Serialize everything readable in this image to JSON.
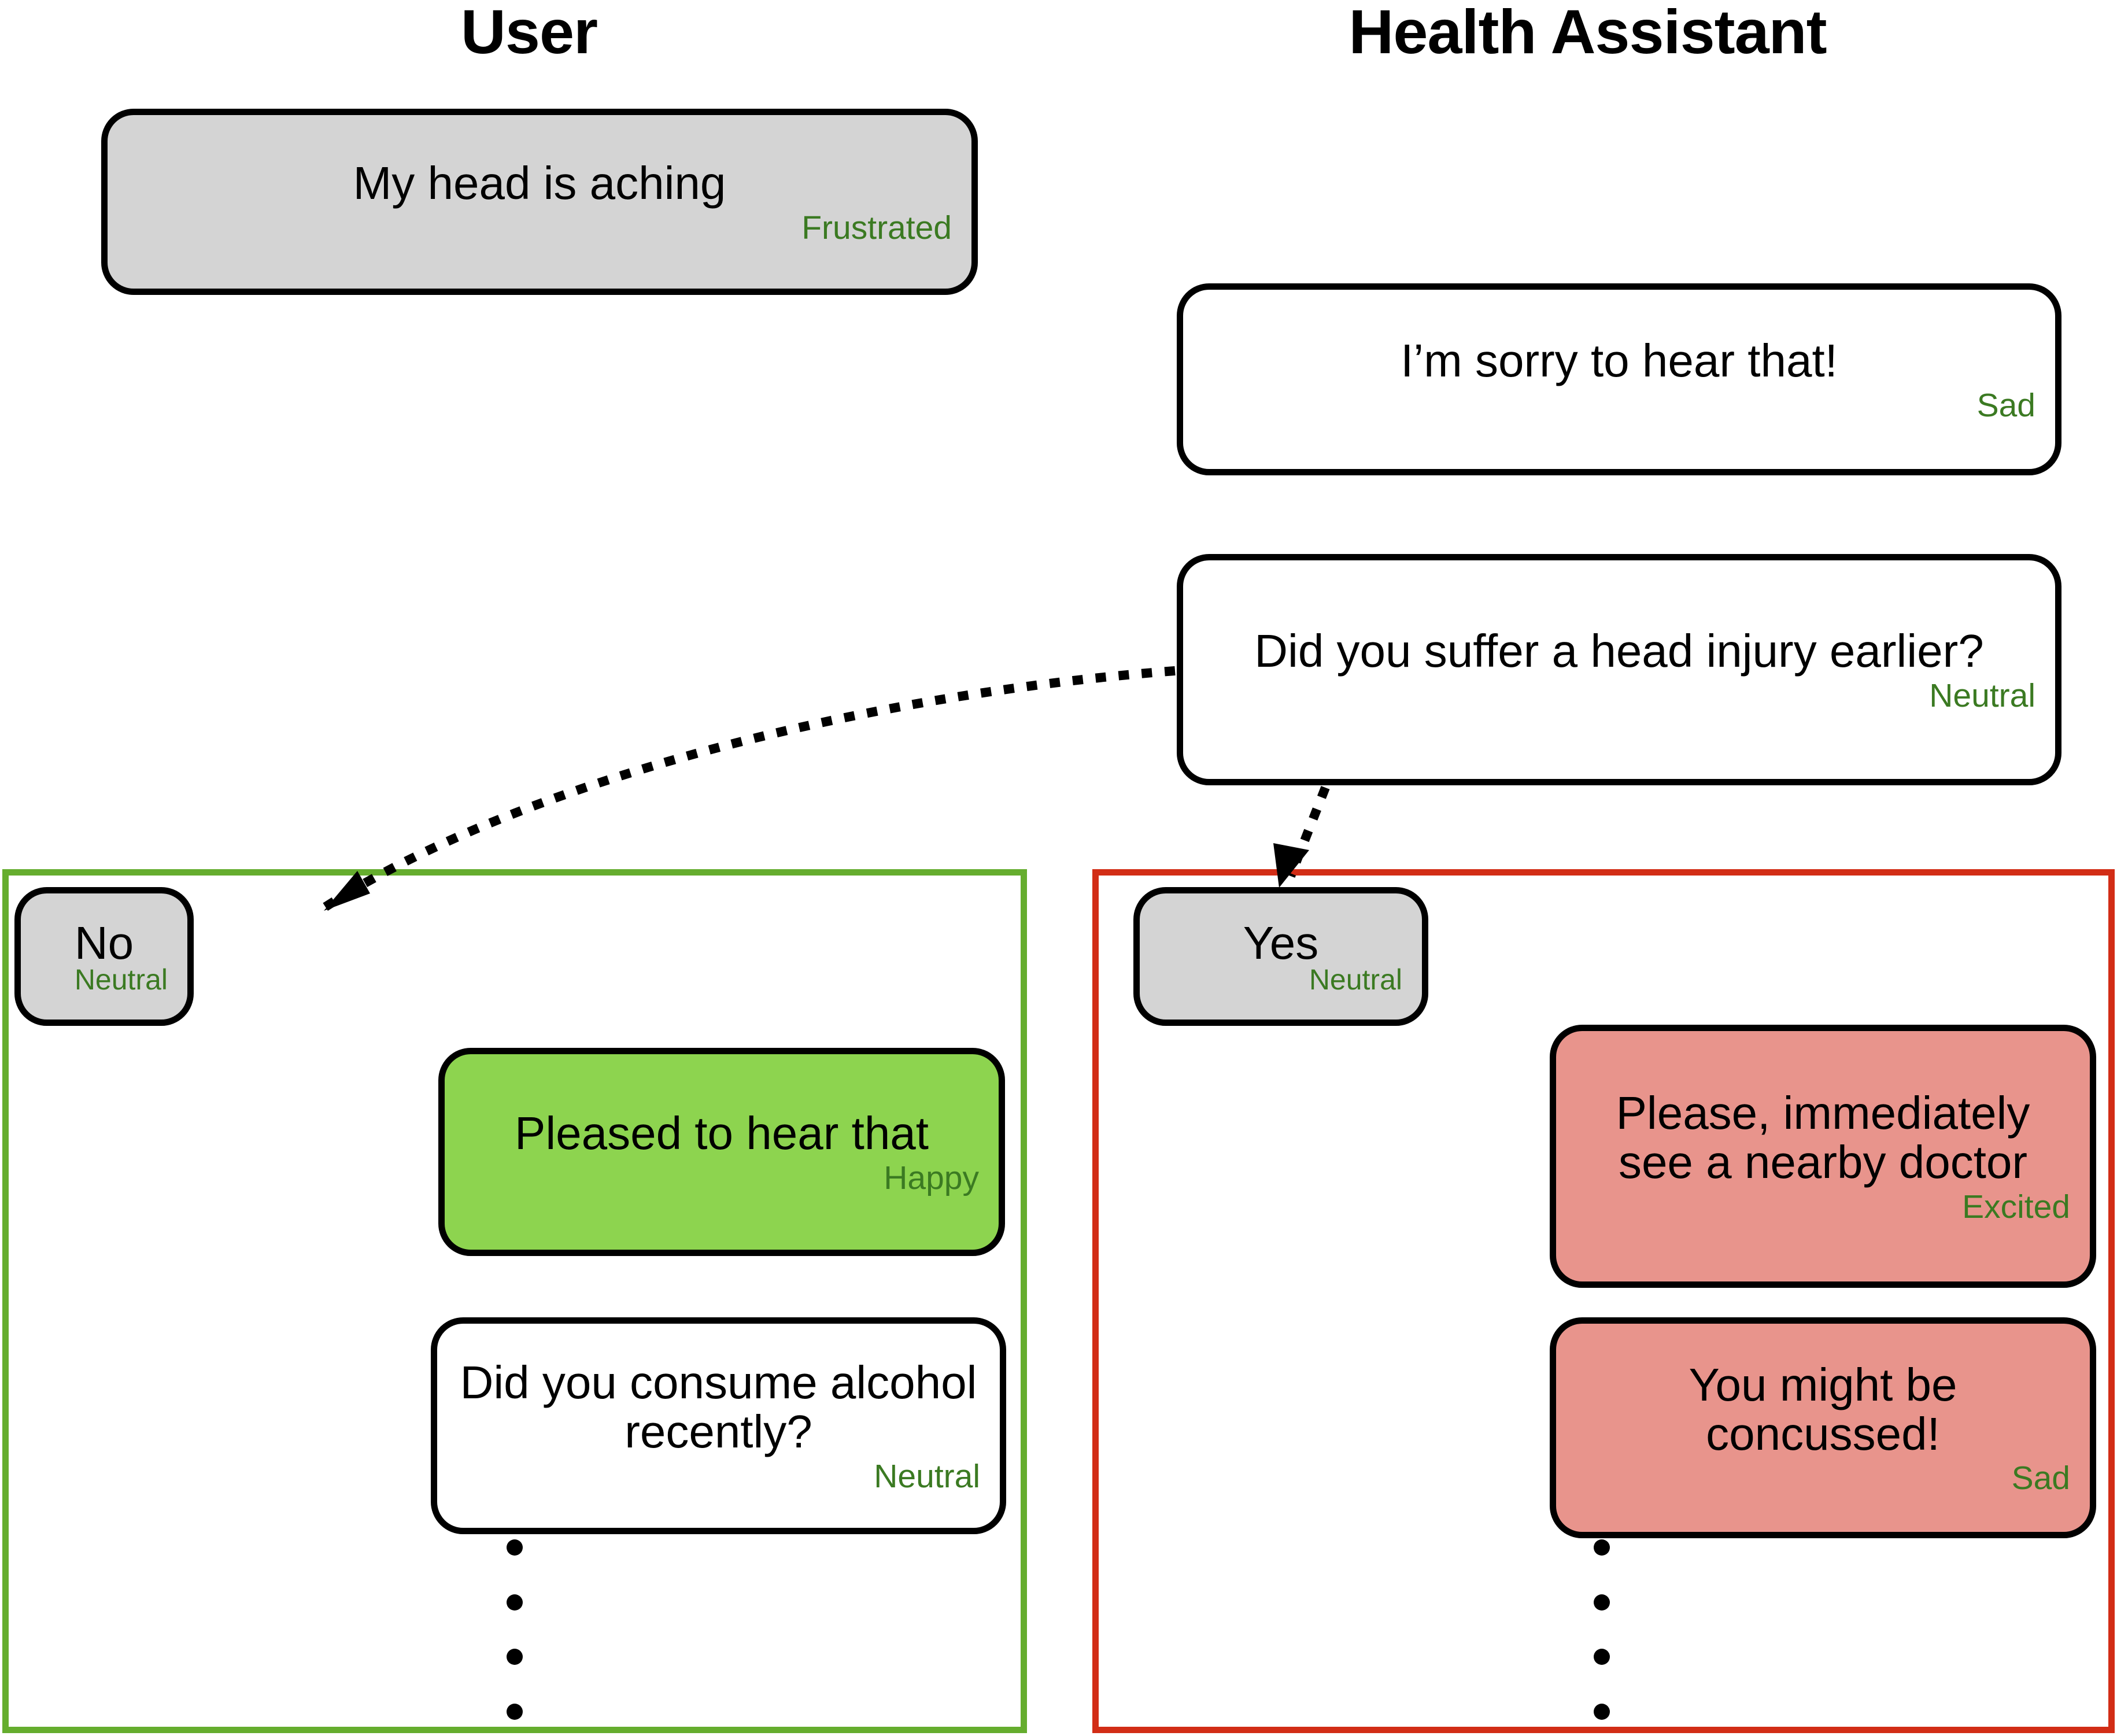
{
  "columns": {
    "user_label": "User",
    "assistant_label": "Health Assistant"
  },
  "colors": {
    "emotion_text": "#3B7A22",
    "user_bubble_fill": "#D4D4D4",
    "assistant_bubble_fill": "#FFFFFF",
    "happy_bubble_fill": "#8DD44F",
    "alert_bubble_fill": "#E8948C",
    "no_branch_border": "#65AD2E",
    "yes_branch_border": "#D22D16",
    "bubble_outline": "#000000"
  },
  "conversation": {
    "opening": {
      "user_message": {
        "text": "My head is aching",
        "emotion": "Frustrated"
      },
      "assistant_reply": {
        "text": "I’m sorry to hear that!",
        "emotion": "Sad"
      },
      "assistant_question": {
        "text": "Did you suffer a head injury earlier?",
        "emotion": "Neutral"
      }
    },
    "branches": [
      {
        "id": "no-branch",
        "outcome": "negative-answer",
        "answer": {
          "text": "No",
          "emotion": "Neutral"
        },
        "messages": [
          {
            "text": "Pleased to hear that",
            "emotion": "Happy",
            "style": "happy"
          },
          {
            "text": "Did you consume alcohol recently?",
            "emotion": "Neutral",
            "style": "plain"
          }
        ],
        "continuation": "ellipsis"
      },
      {
        "id": "yes-branch",
        "outcome": "positive-answer",
        "answer": {
          "text": "Yes",
          "emotion": "Neutral"
        },
        "messages": [
          {
            "text": "Please, immediately see a nearby doctor",
            "emotion": "Excited",
            "style": "alert"
          },
          {
            "text": "You might be concussed!",
            "emotion": "Sad",
            "style": "alert"
          }
        ],
        "continuation": "ellipsis"
      }
    ]
  },
  "connectors": [
    {
      "name": "question-to-no",
      "from": "assistant-question",
      "to": "answer-no",
      "style": "dotted-curved-arrow"
    },
    {
      "name": "question-to-yes",
      "from": "assistant-question",
      "to": "answer-yes",
      "style": "dotted-straight-arrow"
    }
  ]
}
